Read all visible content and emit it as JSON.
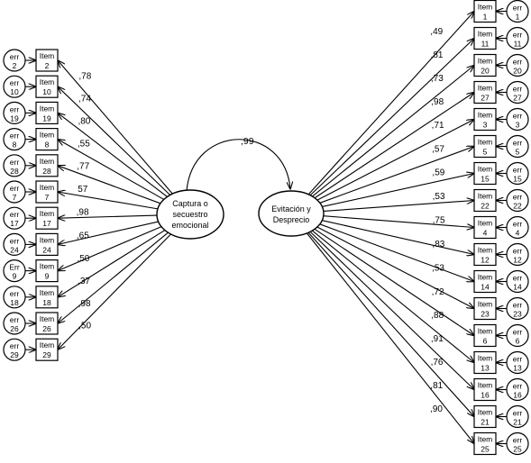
{
  "colors": {
    "stroke": "#000000",
    "background": "#ffffff"
  },
  "factors": [
    {
      "id": "captura",
      "lines": [
        "Captura o",
        "secuestro",
        "emocional"
      ]
    },
    {
      "id": "evitacion",
      "lines": [
        "Evitación y",
        "Desprecio"
      ]
    }
  ],
  "covariance": ",99",
  "left_items": [
    {
      "item": [
        "Item",
        "2"
      ],
      "err": [
        "err",
        "2"
      ],
      "loading": ",78"
    },
    {
      "item": [
        "Item",
        "10"
      ],
      "err": [
        "err",
        "10"
      ],
      "loading": ",74"
    },
    {
      "item": [
        "Item",
        "19"
      ],
      "err": [
        "err",
        "19"
      ],
      "loading": ",80"
    },
    {
      "item": [
        "Item",
        "8"
      ],
      "err": [
        "err",
        "8"
      ],
      "loading": ",55"
    },
    {
      "item": [
        "Item",
        "28"
      ],
      "err": [
        "err",
        "28"
      ],
      "loading": ",77"
    },
    {
      "item": [
        "Item",
        "7"
      ],
      "err": [
        "err",
        "7"
      ],
      "loading": "57"
    },
    {
      "item": [
        "Item",
        "17"
      ],
      "err": [
        "err",
        "17"
      ],
      "loading": ",98"
    },
    {
      "item": [
        "Item",
        "24"
      ],
      "err": [
        "err",
        "24"
      ],
      "loading": ",65"
    },
    {
      "item": [
        "Item",
        "9"
      ],
      "err": [
        "Err",
        "9"
      ],
      "loading": ",50"
    },
    {
      "item": [
        "Item",
        "18"
      ],
      "err": [
        "err",
        "18"
      ],
      "loading": ",37"
    },
    {
      "item": [
        "Item",
        "26"
      ],
      "err": [
        "err",
        "26"
      ],
      "loading": ",98"
    },
    {
      "item": [
        "Item",
        "29"
      ],
      "err": [
        "err",
        "29"
      ],
      "loading": ",50"
    }
  ],
  "right_items": [
    {
      "item": [
        "Item",
        "1"
      ],
      "err": [
        "err",
        "1"
      ],
      "loading": ",49"
    },
    {
      "item": [
        "Item",
        "11"
      ],
      "err": [
        "err",
        "11"
      ],
      "loading": ",81"
    },
    {
      "item": [
        "Item",
        "20"
      ],
      "err": [
        "err",
        "20"
      ],
      "loading": ",73"
    },
    {
      "item": [
        "Item",
        "27"
      ],
      "err": [
        "err",
        "27"
      ],
      "loading": ",98"
    },
    {
      "item": [
        "Item",
        "3"
      ],
      "err": [
        "err",
        "3"
      ],
      "loading": ",71"
    },
    {
      "item": [
        "Item",
        "5"
      ],
      "err": [
        "err",
        "5"
      ],
      "loading": ",57"
    },
    {
      "item": [
        "Item",
        "15"
      ],
      "err": [
        "err",
        "15"
      ],
      "loading": ",59"
    },
    {
      "item": [
        "Item",
        "22"
      ],
      "err": [
        "err",
        "22"
      ],
      "loading": ",53"
    },
    {
      "item": [
        "Item",
        "4"
      ],
      "err": [
        "err",
        "4"
      ],
      "loading": ",75"
    },
    {
      "item": [
        "Item",
        "12"
      ],
      "err": [
        "err",
        "12"
      ],
      "loading": ",83"
    },
    {
      "item": [
        "Item",
        "14"
      ],
      "err": [
        "err",
        "14"
      ],
      "loading": ",53"
    },
    {
      "item": [
        "Item",
        "23"
      ],
      "err": [
        "err",
        "23"
      ],
      "loading": ",72"
    },
    {
      "item": [
        "Item",
        "6"
      ],
      "err": [
        "err",
        "6"
      ],
      "loading": ",88"
    },
    {
      "item": [
        "Item",
        "13"
      ],
      "err": [
        "err",
        "13"
      ],
      "loading": ",91"
    },
    {
      "item": [
        "Item",
        "16"
      ],
      "err": [
        "err",
        "16"
      ],
      "loading": ",76"
    },
    {
      "item": [
        "Item",
        "21"
      ],
      "err": [
        "err",
        "21"
      ],
      "loading": ",81"
    },
    {
      "item": [
        "Item",
        "25"
      ],
      "err": [
        "err",
        "25"
      ],
      "loading": ",90"
    }
  ]
}
